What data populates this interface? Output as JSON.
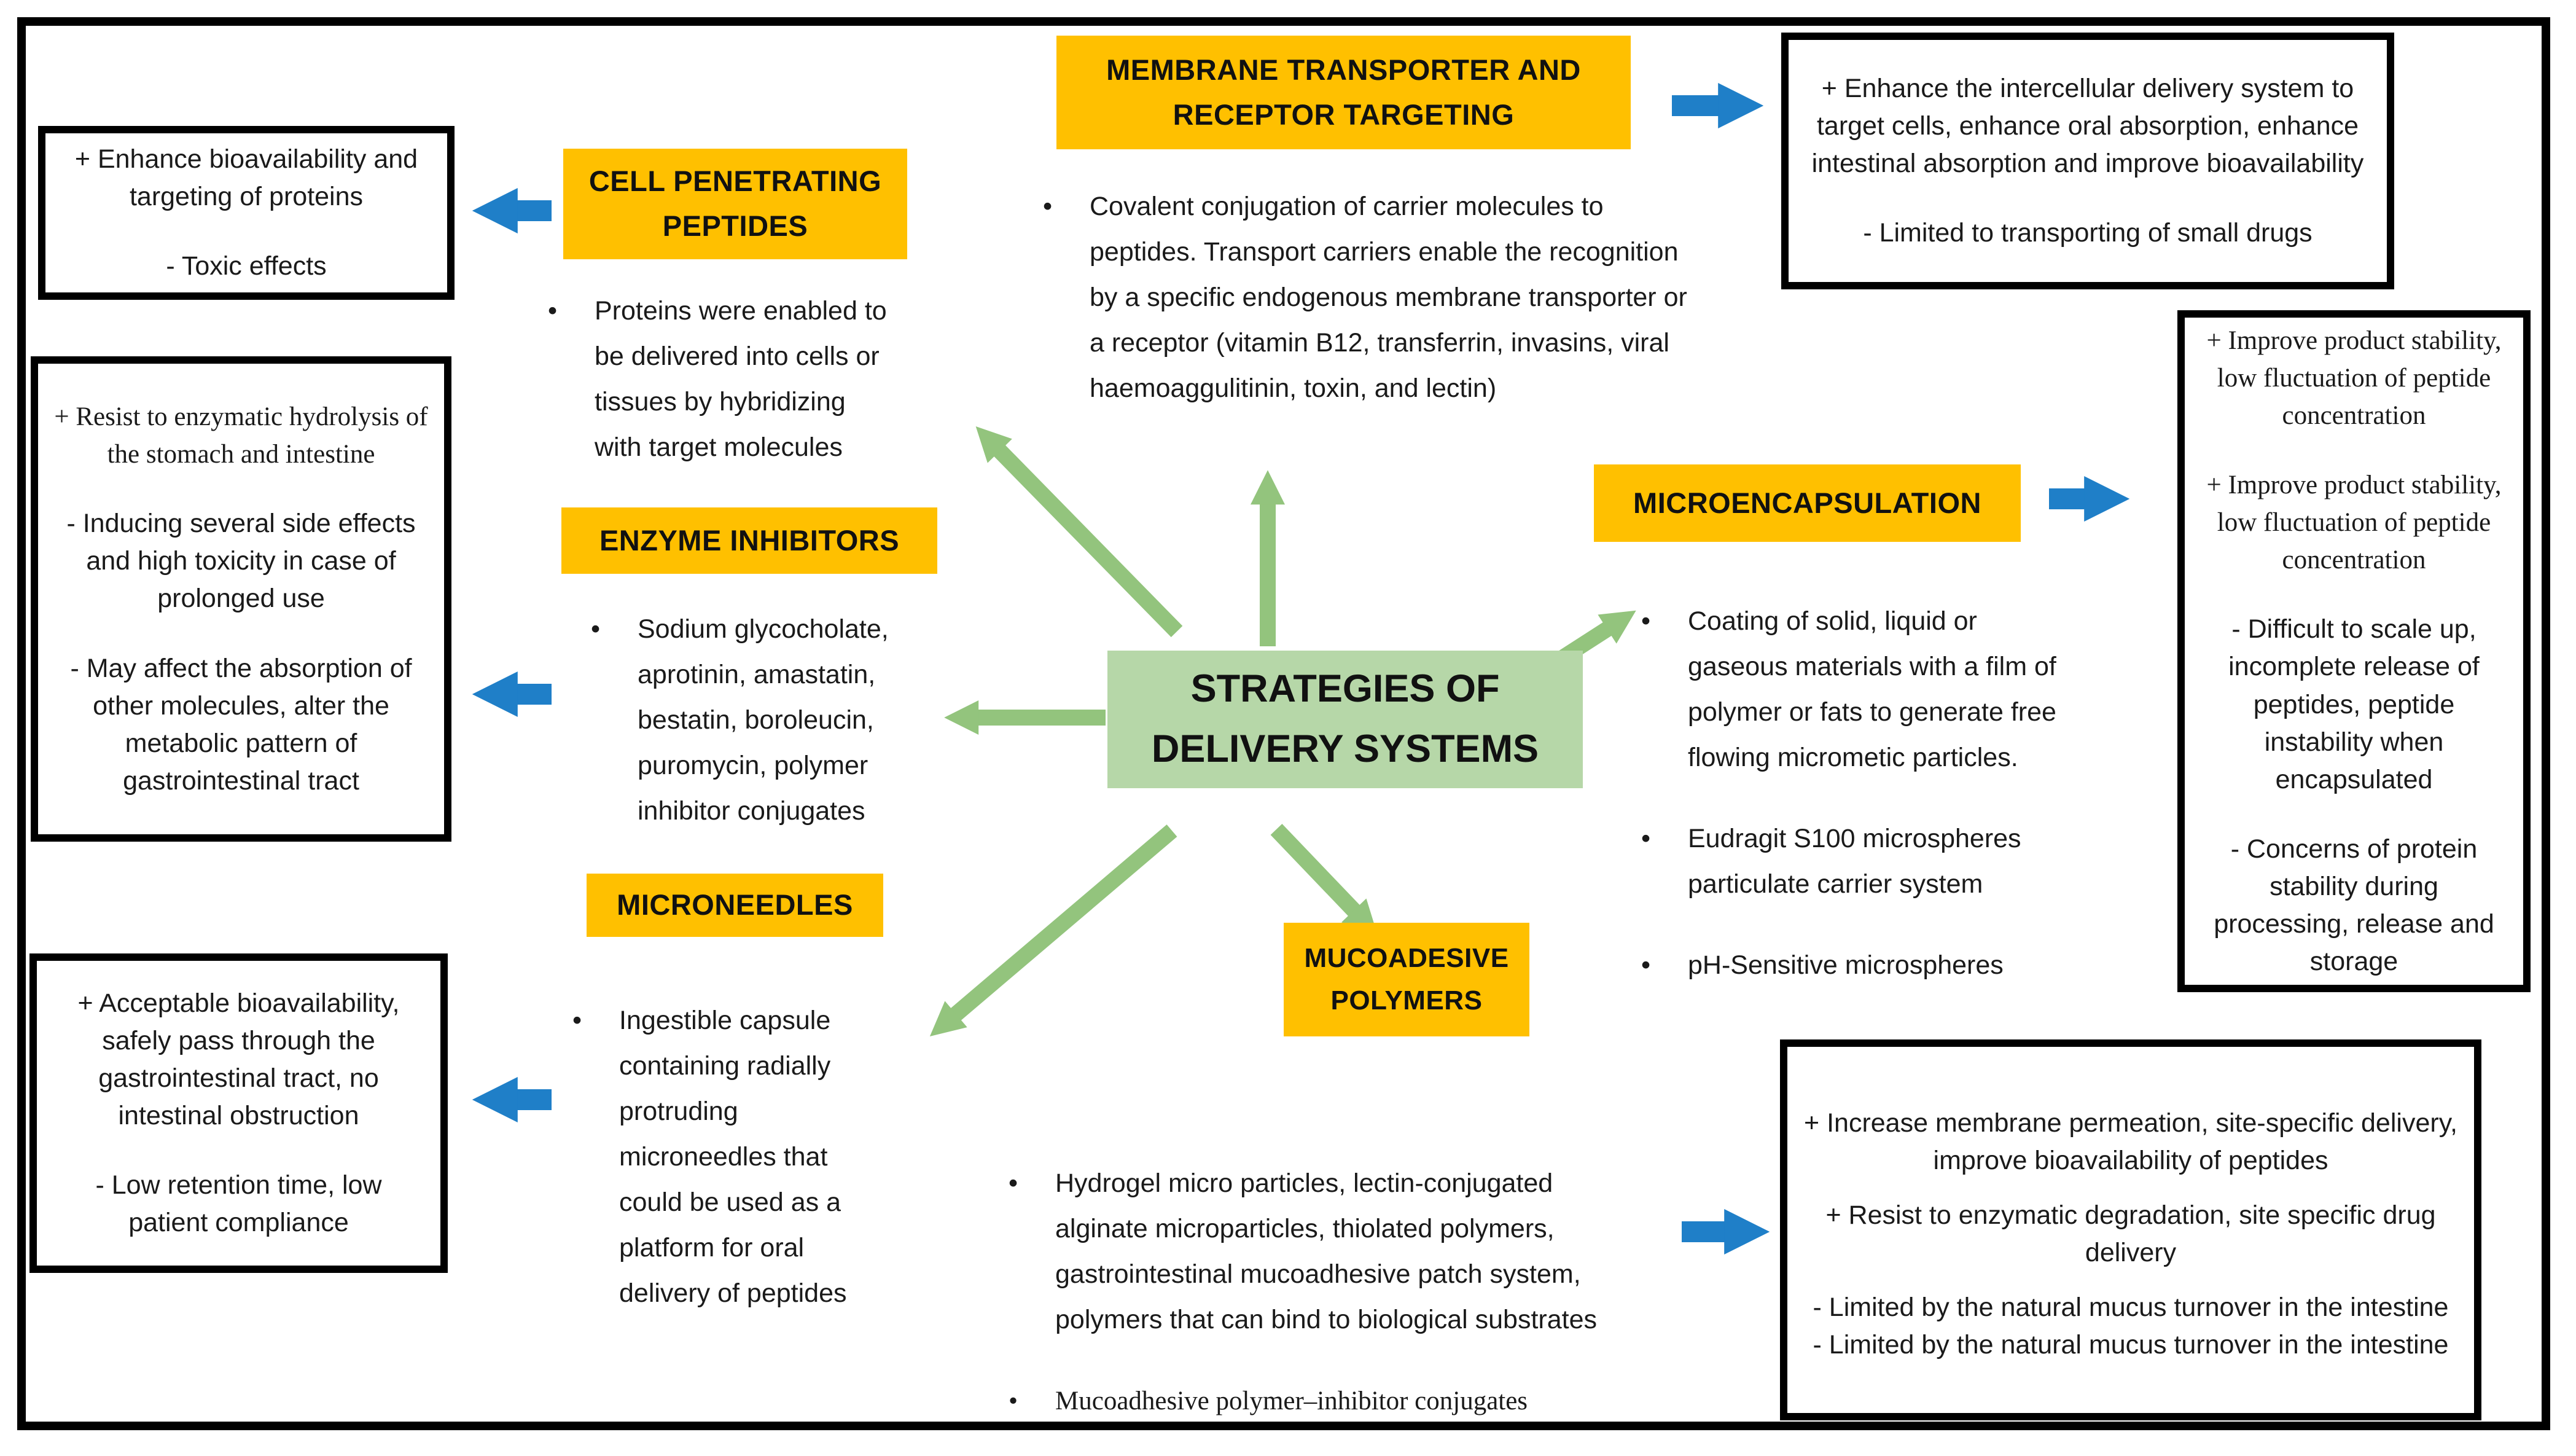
{
  "colors": {
    "accent_orange": "#FFC000",
    "accent_green_box": "#b6d7a8",
    "arrow_green": "#93c47d",
    "arrow_blue": "#1f7fc8",
    "outcome_border": "#000000"
  },
  "center": {
    "line1": "STRATEGIES OF",
    "line2": "DELIVERY SYSTEMS"
  },
  "membrane": {
    "title_line1": "MEMBRANE TRANSPORTER AND",
    "title_line2": "RECEPTOR TARGETING",
    "bullet1": "Covalent conjugation of carrier molecules to peptides. Transport carriers enable the recognition by a specific endogenous membrane transporter or a receptor (vitamin B12, transferrin, invasins, viral haemoaggulitinin, toxin, and lectin)",
    "outcome_pro1": "+ Enhance the intercellular delivery system to target cells, enhance oral absorption, enhance intestinal absorption and improve bioavailability",
    "outcome_con1": "- Limited to transporting of small drugs"
  },
  "cell_penetrating": {
    "title_line1": "CELL PENETRATING",
    "title_line2": "PEPTIDES",
    "bullet1": "Proteins were enabled to be delivered into cells or tissues by hybridizing with target molecules",
    "outcome_pro1": "+ Enhance bioavailability and targeting of proteins",
    "outcome_con1": "- Toxic effects"
  },
  "enzyme_inhibitors": {
    "title": "ENZYME INHIBITORS",
    "bullet1": "Sodium glycocholate, aprotinin, amastatin, bestatin, boroleucin, puromycin, polymer inhibitor conjugates",
    "outcome_pro1": "+ Resist to enzymatic hydrolysis of the stomach and intestine",
    "outcome_con1": "- Inducing several side effects and high toxicity in case of prolonged use",
    "outcome_con2": "- May affect the absorption of other molecules, alter the metabolic pattern of gastrointestinal tract"
  },
  "microneedles": {
    "title": "MICRONEEDLES",
    "bullet1": "Ingestible capsule containing radially protruding microneedles that could be used as a platform for oral delivery of peptides",
    "outcome_pro1": "+ Acceptable bioavailability, safely pass through the gastrointestinal tract, no intestinal obstruction",
    "outcome_con1": "- Low retention time, low patient compliance"
  },
  "microencapsulation": {
    "title": "MICROENCAPSULATION",
    "bullet1": "Coating of solid, liquid or gaseous materials with a film of polymer or fats to generate free flowing micrometic particles.",
    "bullet2": "Eudragit S100 microspheres particulate carrier system",
    "bullet3": "pH-Sensitive microspheres",
    "outcome_pro1": "+ Improve product stability, low fluctuation of peptide concentration",
    "outcome_pro2": "+ Improve product stability, low fluctuation of peptide concentration",
    "outcome_con1": "- Difficult to scale up, incomplete release of peptides, peptide instability when encapsulated",
    "outcome_con2": "- Concerns of protein stability during processing, release and storage"
  },
  "mucoadhesive": {
    "title_line1": "MUCOADESIVE",
    "title_line2": "POLYMERS",
    "bullet1": "Hydrogel micro particles, lectin-conjugated alginate microparticles, thiolated polymers, gastrointestinal mucoadhesive patch system, polymers that can bind to biological substrates",
    "bullet2": "Mucoadhesive polymer–inhibitor conjugates",
    "outcome_pro1": "+ Increase membrane permeation, site-specific delivery, improve bioavailability of peptides",
    "outcome_pro2": "+ Resist to enzymatic degradation, site specific drug delivery",
    "outcome_con1": "- Limited by the natural mucus turnover in the intestine",
    "outcome_con2": "- Limited by the natural mucus turnover in the intestine"
  }
}
